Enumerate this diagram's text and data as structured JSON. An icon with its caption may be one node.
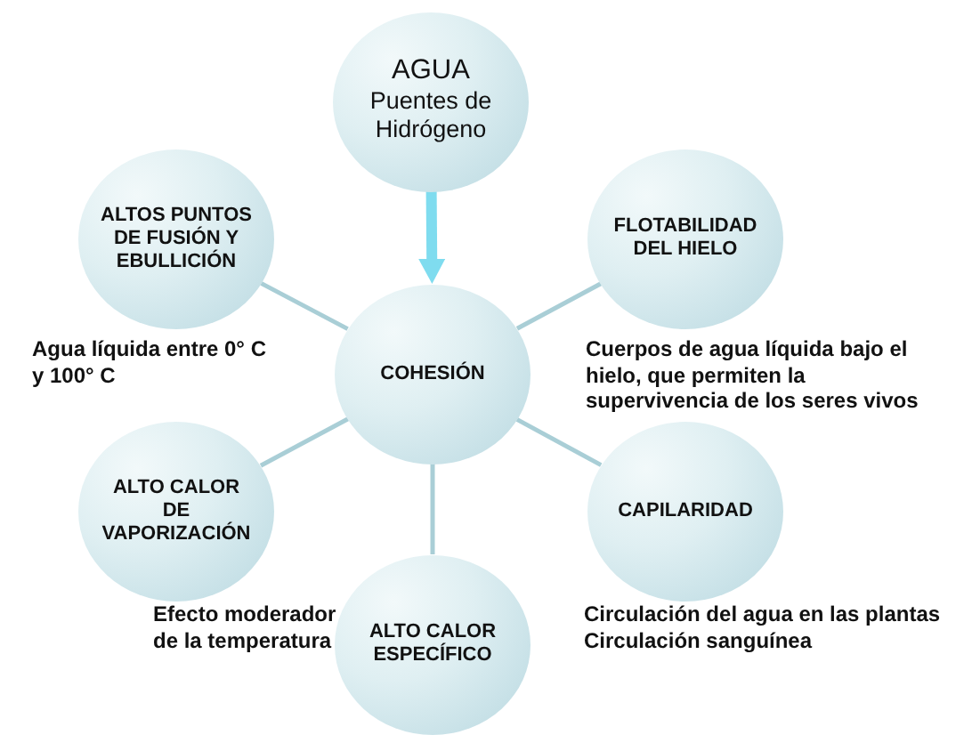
{
  "diagram": {
    "nodes": [
      {
        "text": [
          "AGUA",
          "Puentes de Hidrógeno"
        ]
      },
      {
        "text": [
          "ALTOS PUNTOS DE FUSIÓN Y EBULLICIÓN"
        ],
        "beside": [
          "Agua líquida entre 0° C y 100° C"
        ]
      },
      {
        "text": [
          "FLOTABILIDAD DEL HIELO"
        ],
        "beside": [
          "Cuerpos de agua líquida bajo el hielo, que permiten la supervivencia de los seres vivos"
        ]
      },
      {
        "text": [
          "COHESIÓN"
        ]
      },
      {
        "text": [
          "ALTO CALOR DE VAPORIZACIÓN"
        ]
      },
      {
        "text": [
          "CAPILARIDAD"
        ],
        "beside": [
          "Circulación del agua en las plantas",
          "Circulación sanguínea"
        ]
      },
      {
        "text": [
          "ALTO CALOR ESPECÍFICO"
        ],
        "beside": [
          "Efecto moderador de la temperatura"
        ]
      }
    ],
    "edges": [
      {
        "from": 0,
        "to": 3,
        "arrow": "to",
        "style": "thick",
        "color": "#7fdcef"
      },
      {
        "from": 3,
        "to": 1,
        "arrow": "none"
      },
      {
        "from": 3,
        "to": 2,
        "arrow": "none"
      },
      {
        "from": 3,
        "to": 4,
        "arrow": "none"
      },
      {
        "from": 3,
        "to": 5,
        "arrow": "none"
      },
      {
        "from": 3,
        "to": 6,
        "arrow": "none"
      }
    ]
  }
}
